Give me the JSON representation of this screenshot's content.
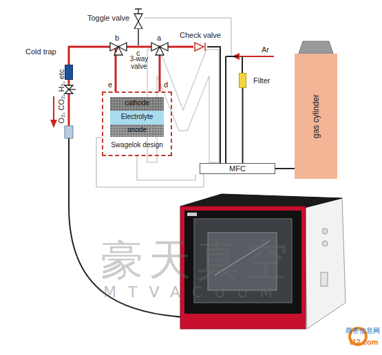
{
  "diagram": {
    "nodes": [
      {
        "text": [
          "Toggle valve"
        ]
      },
      {
        "text": [
          "Check valve"
        ]
      },
      {
        "text": [
          "Cold trap"
        ]
      },
      {
        "text": [
          "Swagelok design"
        ]
      },
      {
        "text": [
          "cathode"
        ],
        "in": 3
      },
      {
        "text": [
          "Electrolyte"
        ],
        "in": 3
      },
      {
        "text": [
          "anode"
        ],
        "in": 3
      },
      {
        "text": [
          "Filter"
        ]
      },
      {
        "text": [
          "gas cylinder"
        ]
      },
      {
        "text": [
          "MFC"
        ]
      }
    ],
    "edges": [
      {
        "from": 1,
        "to": 3,
        "arrow": "none"
      },
      {
        "from": 3,
        "to": 2,
        "arrow": "none"
      },
      {
        "from": 9,
        "to": 1,
        "arrow": "none"
      },
      {
        "from": 7,
        "to": 9,
        "arrow": "none"
      },
      {
        "from": 8,
        "to": 9,
        "arrow": "none"
      }
    ],
    "labels": [
      "b",
      "c",
      "a",
      "3-way valve",
      "e",
      "d",
      "Ar",
      "O₂, CO₂, H₂, etc",
      "豪天真空",
      "MTVACUUM",
      "商务信息网",
      "t12.com"
    ]
  }
}
